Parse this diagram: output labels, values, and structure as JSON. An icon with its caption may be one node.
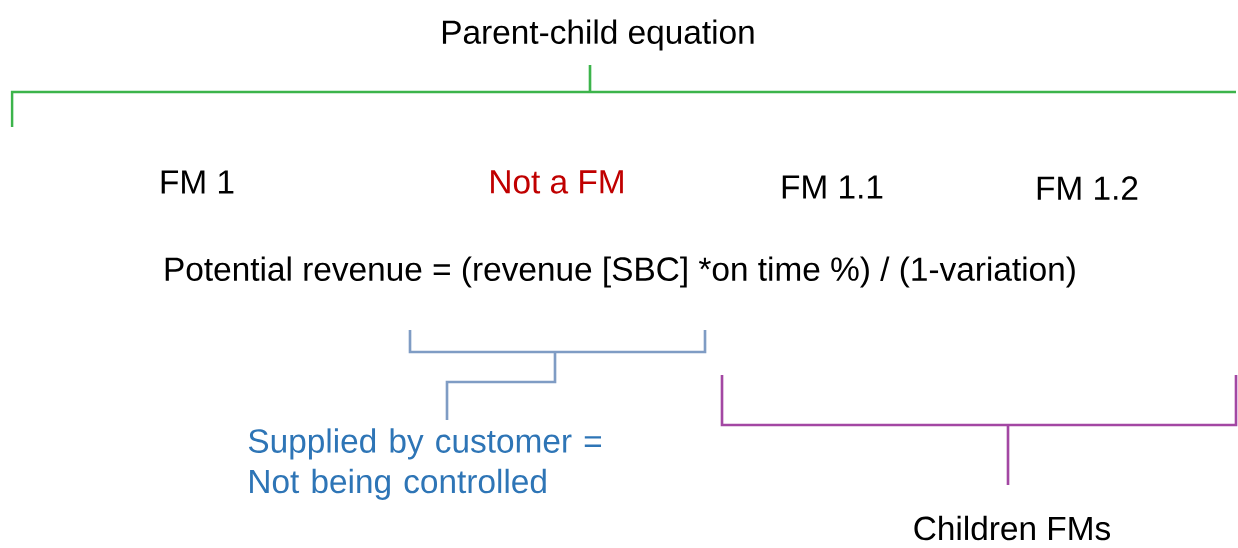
{
  "diagram": {
    "title": "Parent-child equation",
    "labels": [
      "FM 1",
      "Not a FM",
      "FM 1.1",
      "FM 1.2",
      "Potential revenue = (revenue [SBC] *on time %) / (1-variation)",
      "Supplied by customer = Not being controlled",
      "Children FMs"
    ]
  }
}
